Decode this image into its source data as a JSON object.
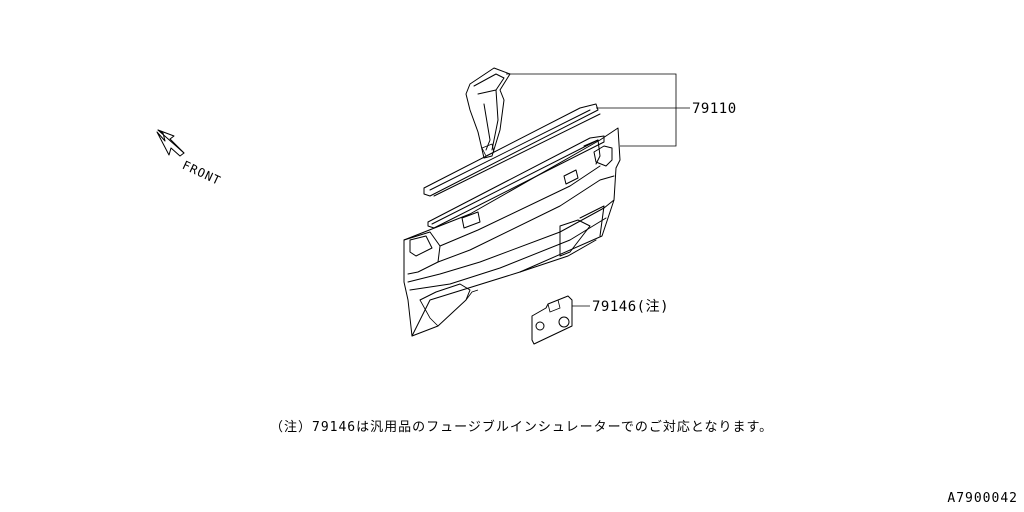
{
  "part_numbers": {
    "upper_group": "79110",
    "insulator": "79146(注)"
  },
  "direction_label": "FRONT",
  "note": "（注）79146は汎用品のフュージブルインシュレーターでのご対応となります。",
  "diagram_id": "A7900042",
  "colors": {
    "line": "#000000",
    "background": "#ffffff"
  }
}
